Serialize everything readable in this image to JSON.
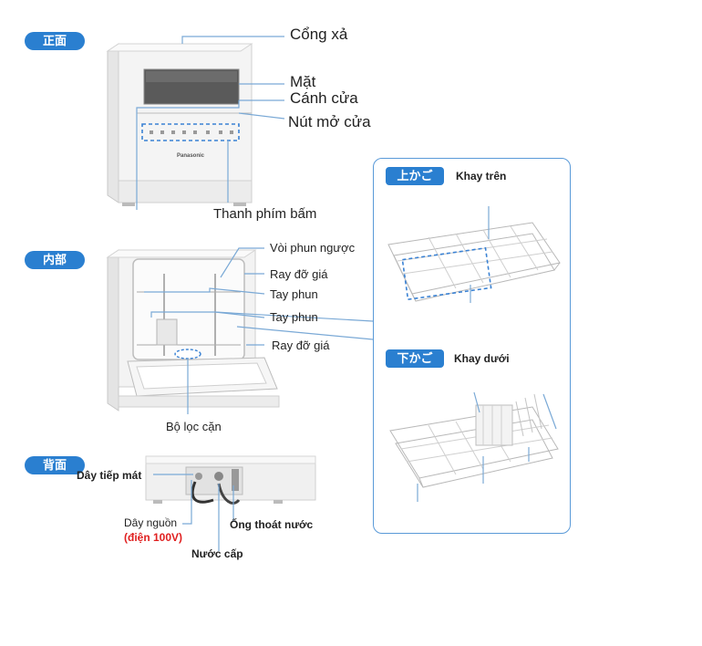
{
  "sections": {
    "front": {
      "tag": "正面",
      "labels": {
        "exhaust": "Cổng xả",
        "face": "Mặt",
        "door": "Cánh cửa",
        "door_button": "Nút mở cửa",
        "keypad": "Thanh phím bấm"
      }
    },
    "interior": {
      "tag": "内部",
      "labels": {
        "reverse_nozzle": "Vòi phun ngược",
        "rack_rail_top": "Ray đỡ giá",
        "spray_arm_top": "Tay phun",
        "spray_arm_bottom": "Tay phun",
        "rack_rail_bottom": "Ray đỡ giá",
        "filter": "Bộ lọc cặn"
      }
    },
    "back": {
      "tag": "背面",
      "labels": {
        "ground_wire": "Dây tiếp mát",
        "power_cord": "Dây nguồn",
        "power_spec": "(điện 100V)",
        "water_supply": "Nước cấp",
        "drain_hose": "Ống thoát nước"
      }
    },
    "racks": {
      "upper_tag": "上かご",
      "upper_label": "Khay trên",
      "lower_tag": "下かご",
      "lower_label": "Khay dưới"
    }
  },
  "colors": {
    "tag_bg": "#2a7fd0",
    "panel_border": "#5a9ad8",
    "leader_line": "#7aa9d6",
    "highlight_dash": "#3a82d4",
    "warning_text": "#e02020"
  },
  "brand_text": "Panasonic"
}
